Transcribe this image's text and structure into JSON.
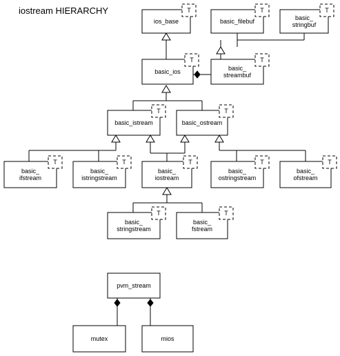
{
  "title": "iostream HIERARCHY",
  "template_marker": "T",
  "classes": {
    "ios_base": {
      "lines": [
        "ios_base"
      ],
      "template": true
    },
    "basic_filebuf": {
      "lines": [
        "basic_filebuf"
      ],
      "template": true
    },
    "basic_stringbuf": {
      "lines": [
        "basic_",
        "stringbuf"
      ],
      "template": true
    },
    "basic_ios": {
      "lines": [
        "basic_ios"
      ],
      "template": true
    },
    "basic_streambuf": {
      "lines": [
        "basic_",
        "streambuf"
      ],
      "template": true
    },
    "basic_istream": {
      "lines": [
        "basic_istream"
      ],
      "template": true
    },
    "basic_ostream": {
      "lines": [
        "basic_ostream"
      ],
      "template": true
    },
    "basic_ifstream": {
      "lines": [
        "basic_",
        "ifstream"
      ],
      "template": true
    },
    "basic_istringstream": {
      "lines": [
        "basic_",
        "istringstream"
      ],
      "template": true
    },
    "basic_iostream": {
      "lines": [
        "basic_",
        "iostream"
      ],
      "template": true
    },
    "basic_ostringstream": {
      "lines": [
        "basic_",
        "ostringstream"
      ],
      "template": true
    },
    "basic_ofstream": {
      "lines": [
        "basic_",
        "ofstream"
      ],
      "template": true
    },
    "basic_stringstream": {
      "lines": [
        "basic_",
        "stringstream"
      ],
      "template": true
    },
    "basic_fstream": {
      "lines": [
        "basic_",
        "fstream"
      ],
      "template": true
    },
    "pvm_stream": {
      "lines": [
        "pvm_stream"
      ],
      "template": false
    },
    "mutex": {
      "lines": [
        "mutex"
      ],
      "template": false
    },
    "mios": {
      "lines": [
        "mios"
      ],
      "template": false
    }
  },
  "inheritance": [
    {
      "parent": "ios_base",
      "children": [
        "basic_ios"
      ]
    },
    {
      "parent": "basic_streambuf",
      "children": [
        "basic_filebuf",
        "basic_stringbuf"
      ]
    },
    {
      "parent": "basic_ios",
      "children": [
        "basic_istream",
        "basic_ostream"
      ]
    },
    {
      "parent": "basic_istream",
      "children": [
        "basic_ifstream",
        "basic_istringstream",
        "basic_iostream"
      ]
    },
    {
      "parent": "basic_ostream",
      "children": [
        "basic_iostream",
        "basic_ostringstream",
        "basic_ofstream"
      ]
    },
    {
      "parent": "basic_iostream",
      "children": [
        "basic_stringstream",
        "basic_fstream"
      ]
    }
  ],
  "composition": [
    {
      "whole": "basic_ios",
      "part": "basic_streambuf"
    },
    {
      "whole": "pvm_stream",
      "part": "mutex"
    },
    {
      "whole": "pvm_stream",
      "part": "mios"
    }
  ]
}
